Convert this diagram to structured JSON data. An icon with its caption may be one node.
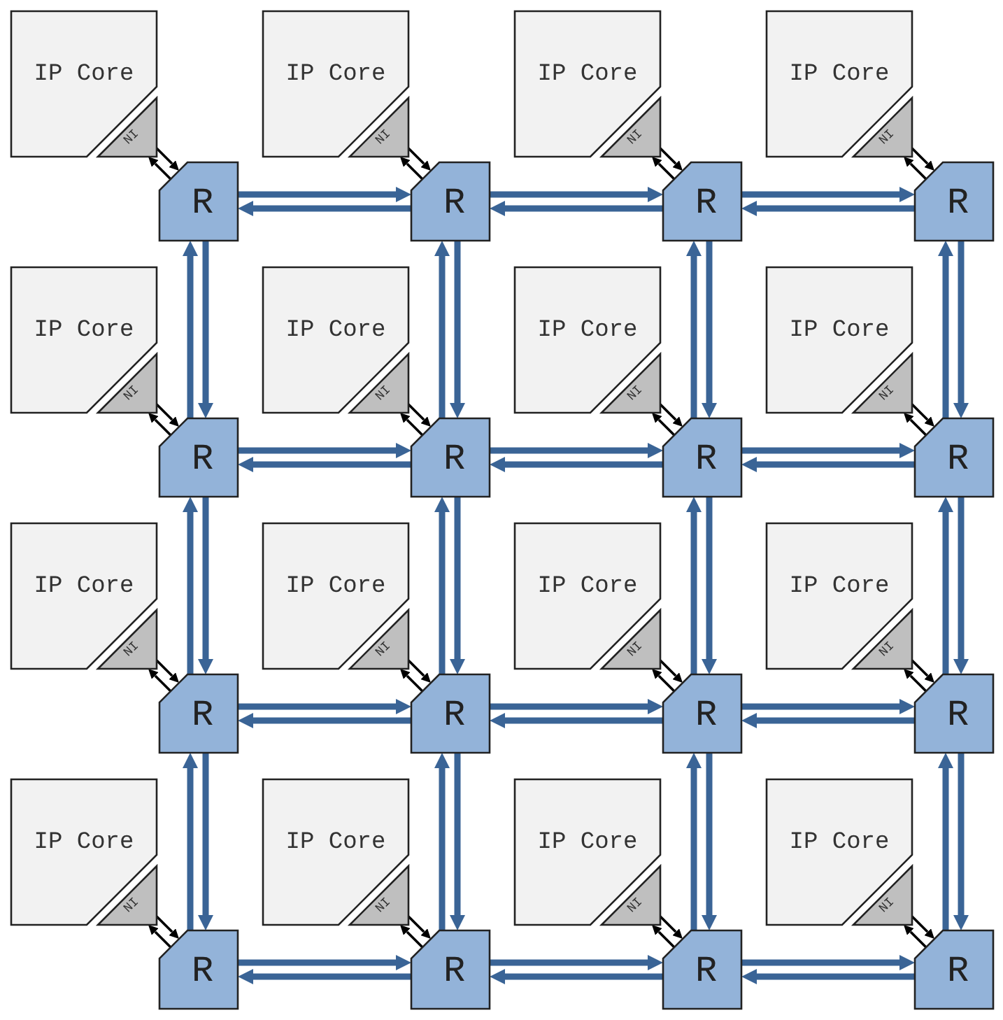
{
  "diagram": {
    "nodes": [
      {
        "text": [
          "IP Core"
        ]
      },
      {
        "text": [
          "NI"
        ]
      },
      {
        "text": [
          "R"
        ]
      },
      {
        "text": [
          "IP Core"
        ]
      },
      {
        "text": [
          "NI"
        ]
      },
      {
        "text": [
          "R"
        ]
      },
      {
        "text": [
          "IP Core"
        ]
      },
      {
        "text": [
          "NI"
        ]
      },
      {
        "text": [
          "R"
        ]
      },
      {
        "text": [
          "IP Core"
        ]
      },
      {
        "text": [
          "NI"
        ]
      },
      {
        "text": [
          "R"
        ]
      },
      {
        "text": [
          "IP Core"
        ]
      },
      {
        "text": [
          "NI"
        ]
      },
      {
        "text": [
          "R"
        ]
      },
      {
        "text": [
          "IP Core"
        ]
      },
      {
        "text": [
          "NI"
        ]
      },
      {
        "text": [
          "R"
        ]
      },
      {
        "text": [
          "IP Core"
        ]
      },
      {
        "text": [
          "NI"
        ]
      },
      {
        "text": [
          "R"
        ]
      },
      {
        "text": [
          "IP Core"
        ]
      },
      {
        "text": [
          "NI"
        ]
      },
      {
        "text": [
          "R"
        ]
      },
      {
        "text": [
          "IP Core"
        ]
      },
      {
        "text": [
          "NI"
        ]
      },
      {
        "text": [
          "R"
        ]
      },
      {
        "text": [
          "IP Core"
        ]
      },
      {
        "text": [
          "NI"
        ]
      },
      {
        "text": [
          "R"
        ]
      },
      {
        "text": [
          "IP Core"
        ]
      },
      {
        "text": [
          "NI"
        ]
      },
      {
        "text": [
          "R"
        ]
      },
      {
        "text": [
          "IP Core"
        ]
      },
      {
        "text": [
          "NI"
        ]
      },
      {
        "text": [
          "R"
        ]
      },
      {
        "text": [
          "IP Core"
        ]
      },
      {
        "text": [
          "NI"
        ]
      },
      {
        "text": [
          "R"
        ]
      },
      {
        "text": [
          "IP Core"
        ]
      },
      {
        "text": [
          "NI"
        ]
      },
      {
        "text": [
          "R"
        ]
      },
      {
        "text": [
          "IP Core"
        ]
      },
      {
        "text": [
          "NI"
        ]
      },
      {
        "text": [
          "R"
        ]
      },
      {
        "text": [
          "IP Core"
        ]
      },
      {
        "text": [
          "NI"
        ]
      },
      {
        "text": [
          "R"
        ]
      }
    ],
    "edges": [
      {
        "from": 2,
        "to": 1,
        "arrow": "to",
        "color": "#000000"
      },
      {
        "from": 1,
        "to": 2,
        "arrow": "to",
        "color": "#000000"
      },
      {
        "from": 5,
        "to": 4,
        "arrow": "to",
        "color": "#000000"
      },
      {
        "from": 4,
        "to": 5,
        "arrow": "to",
        "color": "#000000"
      },
      {
        "from": 8,
        "to": 7,
        "arrow": "to",
        "color": "#000000"
      },
      {
        "from": 7,
        "to": 8,
        "arrow": "to",
        "color": "#000000"
      },
      {
        "from": 11,
        "to": 10,
        "arrow": "to",
        "color": "#000000"
      },
      {
        "from": 10,
        "to": 11,
        "arrow": "to",
        "color": "#000000"
      },
      {
        "from": 14,
        "to": 13,
        "arrow": "to",
        "color": "#000000"
      },
      {
        "from": 13,
        "to": 14,
        "arrow": "to",
        "color": "#000000"
      },
      {
        "from": 17,
        "to": 16,
        "arrow": "to",
        "color": "#000000"
      },
      {
        "from": 16,
        "to": 17,
        "arrow": "to",
        "color": "#000000"
      },
      {
        "from": 20,
        "to": 19,
        "arrow": "to",
        "color": "#000000"
      },
      {
        "from": 19,
        "to": 20,
        "arrow": "to",
        "color": "#000000"
      },
      {
        "from": 23,
        "to": 22,
        "arrow": "to",
        "color": "#000000"
      },
      {
        "from": 22,
        "to": 23,
        "arrow": "to",
        "color": "#000000"
      },
      {
        "from": 26,
        "to": 25,
        "arrow": "to",
        "color": "#000000"
      },
      {
        "from": 25,
        "to": 26,
        "arrow": "to",
        "color": "#000000"
      },
      {
        "from": 29,
        "to": 28,
        "arrow": "to",
        "color": "#000000"
      },
      {
        "from": 28,
        "to": 29,
        "arrow": "to",
        "color": "#000000"
      },
      {
        "from": 32,
        "to": 31,
        "arrow": "to",
        "color": "#000000"
      },
      {
        "from": 31,
        "to": 32,
        "arrow": "to",
        "color": "#000000"
      },
      {
        "from": 35,
        "to": 34,
        "arrow": "to",
        "color": "#000000"
      },
      {
        "from": 34,
        "to": 35,
        "arrow": "to",
        "color": "#000000"
      },
      {
        "from": 38,
        "to": 37,
        "arrow": "to",
        "color": "#000000"
      },
      {
        "from": 37,
        "to": 38,
        "arrow": "to",
        "color": "#000000"
      },
      {
        "from": 41,
        "to": 40,
        "arrow": "to",
        "color": "#000000"
      },
      {
        "from": 40,
        "to": 41,
        "arrow": "to",
        "color": "#000000"
      },
      {
        "from": 44,
        "to": 43,
        "arrow": "to",
        "color": "#000000"
      },
      {
        "from": 43,
        "to": 44,
        "arrow": "to",
        "color": "#000000"
      },
      {
        "from": 47,
        "to": 46,
        "arrow": "to",
        "color": "#000000"
      },
      {
        "from": 46,
        "to": 47,
        "arrow": "to",
        "color": "#000000"
      },
      {
        "from": 2,
        "to": 5,
        "arrow": "to"
      },
      {
        "from": 5,
        "to": 2,
        "arrow": "to"
      },
      {
        "from": 5,
        "to": 8,
        "arrow": "to"
      },
      {
        "from": 8,
        "to": 5,
        "arrow": "to"
      },
      {
        "from": 8,
        "to": 11,
        "arrow": "to"
      },
      {
        "from": 11,
        "to": 8,
        "arrow": "to"
      },
      {
        "from": 14,
        "to": 17,
        "arrow": "to"
      },
      {
        "from": 17,
        "to": 14,
        "arrow": "to"
      },
      {
        "from": 17,
        "to": 20,
        "arrow": "to"
      },
      {
        "from": 20,
        "to": 17,
        "arrow": "to"
      },
      {
        "from": 20,
        "to": 23,
        "arrow": "to"
      },
      {
        "from": 23,
        "to": 20,
        "arrow": "to"
      },
      {
        "from": 26,
        "to": 29,
        "arrow": "to"
      },
      {
        "from": 29,
        "to": 26,
        "arrow": "to"
      },
      {
        "from": 29,
        "to": 32,
        "arrow": "to"
      },
      {
        "from": 32,
        "to": 29,
        "arrow": "to"
      },
      {
        "from": 32,
        "to": 35,
        "arrow": "to"
      },
      {
        "from": 35,
        "to": 32,
        "arrow": "to"
      },
      {
        "from": 38,
        "to": 41,
        "arrow": "to"
      },
      {
        "from": 41,
        "to": 38,
        "arrow": "to"
      },
      {
        "from": 41,
        "to": 44,
        "arrow": "to"
      },
      {
        "from": 44,
        "to": 41,
        "arrow": "to"
      },
      {
        "from": 44,
        "to": 47,
        "arrow": "to"
      },
      {
        "from": 47,
        "to": 44,
        "arrow": "to"
      },
      {
        "from": 14,
        "to": 2,
        "arrow": "to"
      },
      {
        "from": 2,
        "to": 14,
        "arrow": "to"
      },
      {
        "from": 17,
        "to": 5,
        "arrow": "to"
      },
      {
        "from": 5,
        "to": 17,
        "arrow": "to"
      },
      {
        "from": 20,
        "to": 8,
        "arrow": "to"
      },
      {
        "from": 8,
        "to": 20,
        "arrow": "to"
      },
      {
        "from": 23,
        "to": 11,
        "arrow": "to"
      },
      {
        "from": 11,
        "to": 23,
        "arrow": "to"
      },
      {
        "from": 26,
        "to": 14,
        "arrow": "to"
      },
      {
        "from": 14,
        "to": 26,
        "arrow": "to"
      },
      {
        "from": 29,
        "to": 17,
        "arrow": "to"
      },
      {
        "from": 17,
        "to": 29,
        "arrow": "to"
      },
      {
        "from": 32,
        "to": 20,
        "arrow": "to"
      },
      {
        "from": 20,
        "to": 32,
        "arrow": "to"
      },
      {
        "from": 35,
        "to": 23,
        "arrow": "to"
      },
      {
        "from": 23,
        "to": 35,
        "arrow": "to"
      },
      {
        "from": 38,
        "to": 26,
        "arrow": "to"
      },
      {
        "from": 26,
        "to": 38,
        "arrow": "to"
      },
      {
        "from": 41,
        "to": 29,
        "arrow": "to"
      },
      {
        "from": 29,
        "to": 41,
        "arrow": "to"
      },
      {
        "from": 44,
        "to": 32,
        "arrow": "to"
      },
      {
        "from": 32,
        "to": 44,
        "arrow": "to"
      },
      {
        "from": 47,
        "to": 35,
        "arrow": "to"
      },
      {
        "from": 35,
        "to": 47,
        "arrow": "to"
      }
    ]
  }
}
